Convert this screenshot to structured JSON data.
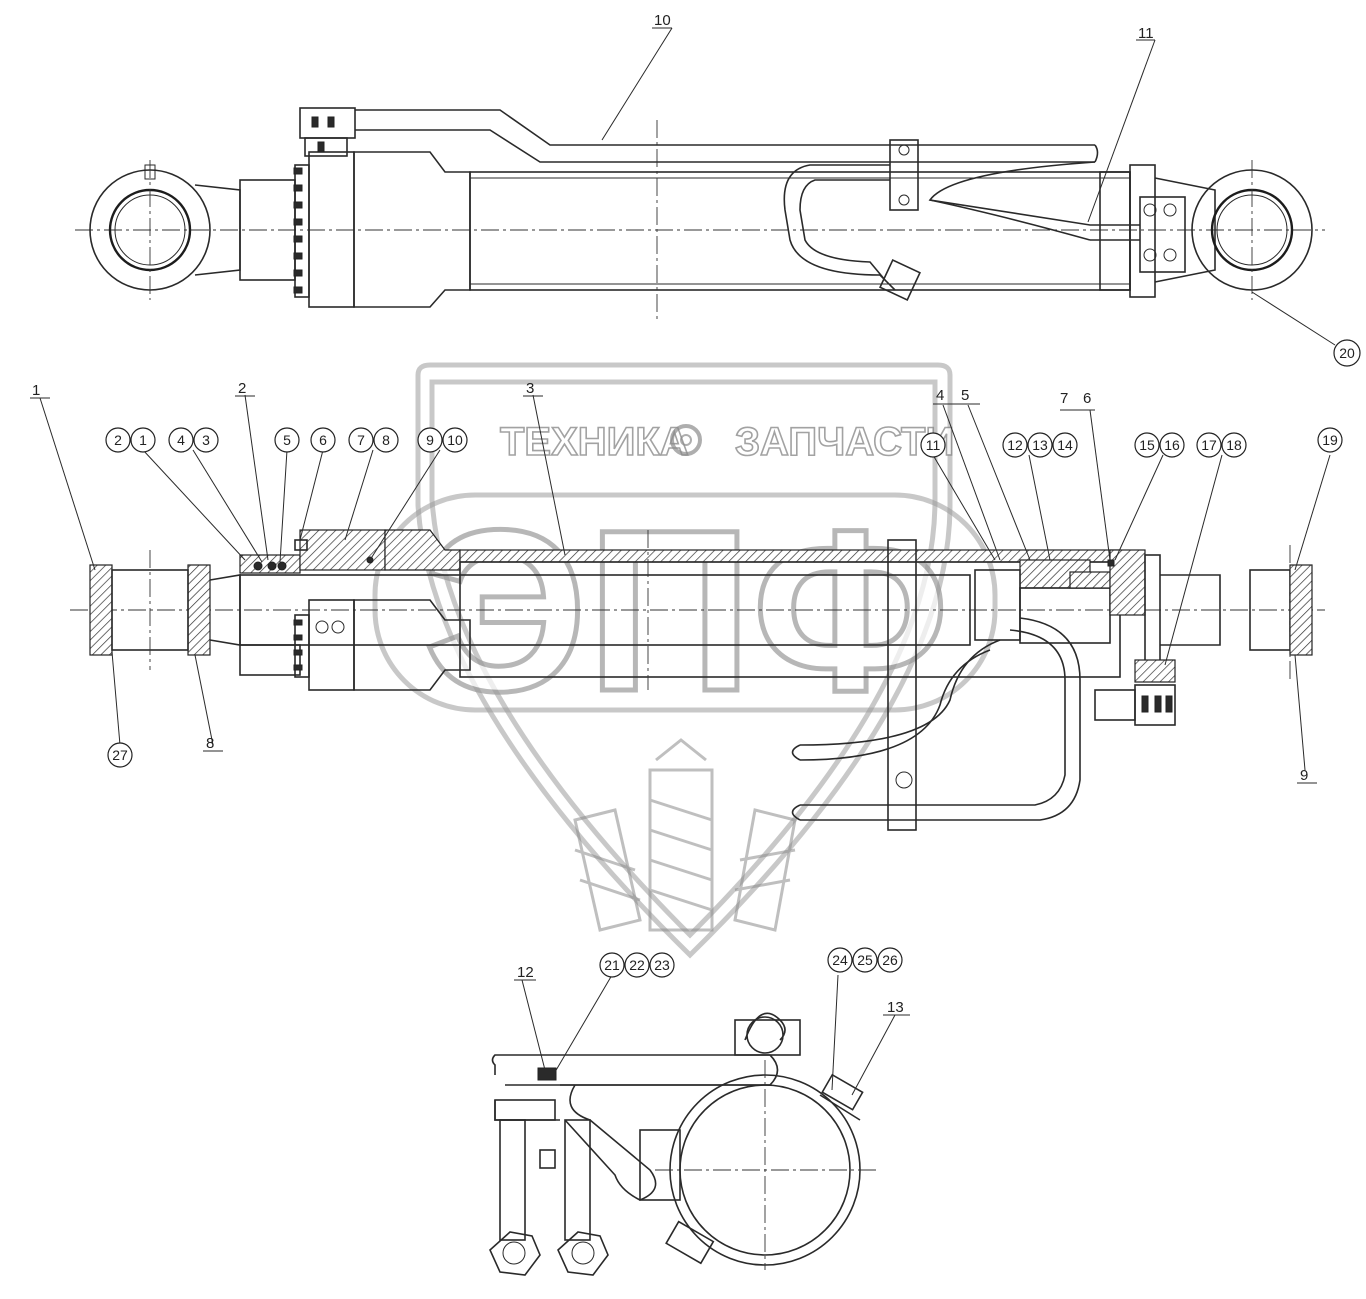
{
  "watermark": {
    "left_text": "ТЕХНИКА",
    "right_text": "ЗАПЧАСТИ",
    "logo_text": "ЭПФ"
  },
  "top_view_callouts": [
    {
      "id": "10",
      "style": "underline"
    },
    {
      "id": "11",
      "style": "underline"
    },
    {
      "id": "20",
      "style": "circle"
    }
  ],
  "section_callouts_underline": [
    "1",
    "2",
    "3",
    "4",
    "5",
    "7",
    "6",
    "8",
    "9"
  ],
  "section_callouts_circle_groups": [
    [
      "2",
      "1"
    ],
    [
      "4",
      "3"
    ],
    [
      "5"
    ],
    [
      "6"
    ],
    [
      "7",
      "8"
    ],
    [
      "9",
      "10"
    ],
    [
      "11"
    ],
    [
      "12",
      "13",
      "14"
    ],
    [
      "15",
      "16"
    ],
    [
      "17",
      "18"
    ],
    [
      "19"
    ],
    [
      "27"
    ]
  ],
  "bracket_view_callouts": {
    "underline": [
      "12",
      "13"
    ],
    "circle_groups": [
      [
        "21",
        "22",
        "23"
      ],
      [
        "24",
        "25",
        "26"
      ]
    ]
  }
}
